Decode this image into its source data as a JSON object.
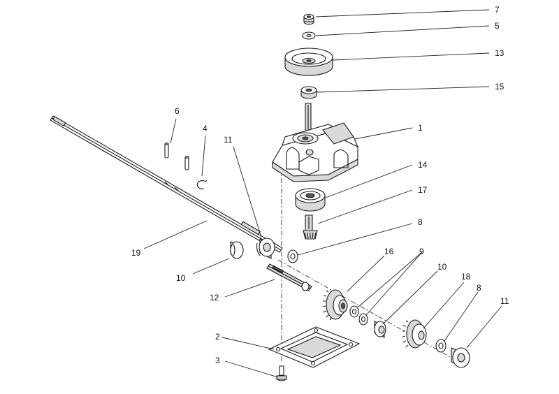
{
  "callouts": [
    {
      "id": "c7",
      "label": "7"
    },
    {
      "id": "c5",
      "label": "5"
    },
    {
      "id": "c13",
      "label": "13"
    },
    {
      "id": "c15",
      "label": "15"
    },
    {
      "id": "c1",
      "label": "1"
    },
    {
      "id": "c6",
      "label": "6"
    },
    {
      "id": "c4",
      "label": "4"
    },
    {
      "id": "c11a",
      "label": "11"
    },
    {
      "id": "c14",
      "label": "14"
    },
    {
      "id": "c17",
      "label": "17"
    },
    {
      "id": "c8a",
      "label": "8"
    },
    {
      "id": "c19",
      "label": "19"
    },
    {
      "id": "c10a",
      "label": "10"
    },
    {
      "id": "c16",
      "label": "16"
    },
    {
      "id": "c9",
      "label": "9"
    },
    {
      "id": "c10b",
      "label": "10"
    },
    {
      "id": "c18",
      "label": "18"
    },
    {
      "id": "c8b",
      "label": "8"
    },
    {
      "id": "c11b",
      "label": "11"
    },
    {
      "id": "c12",
      "label": "12"
    },
    {
      "id": "c2",
      "label": "2"
    },
    {
      "id": "c3",
      "label": "3"
    }
  ]
}
